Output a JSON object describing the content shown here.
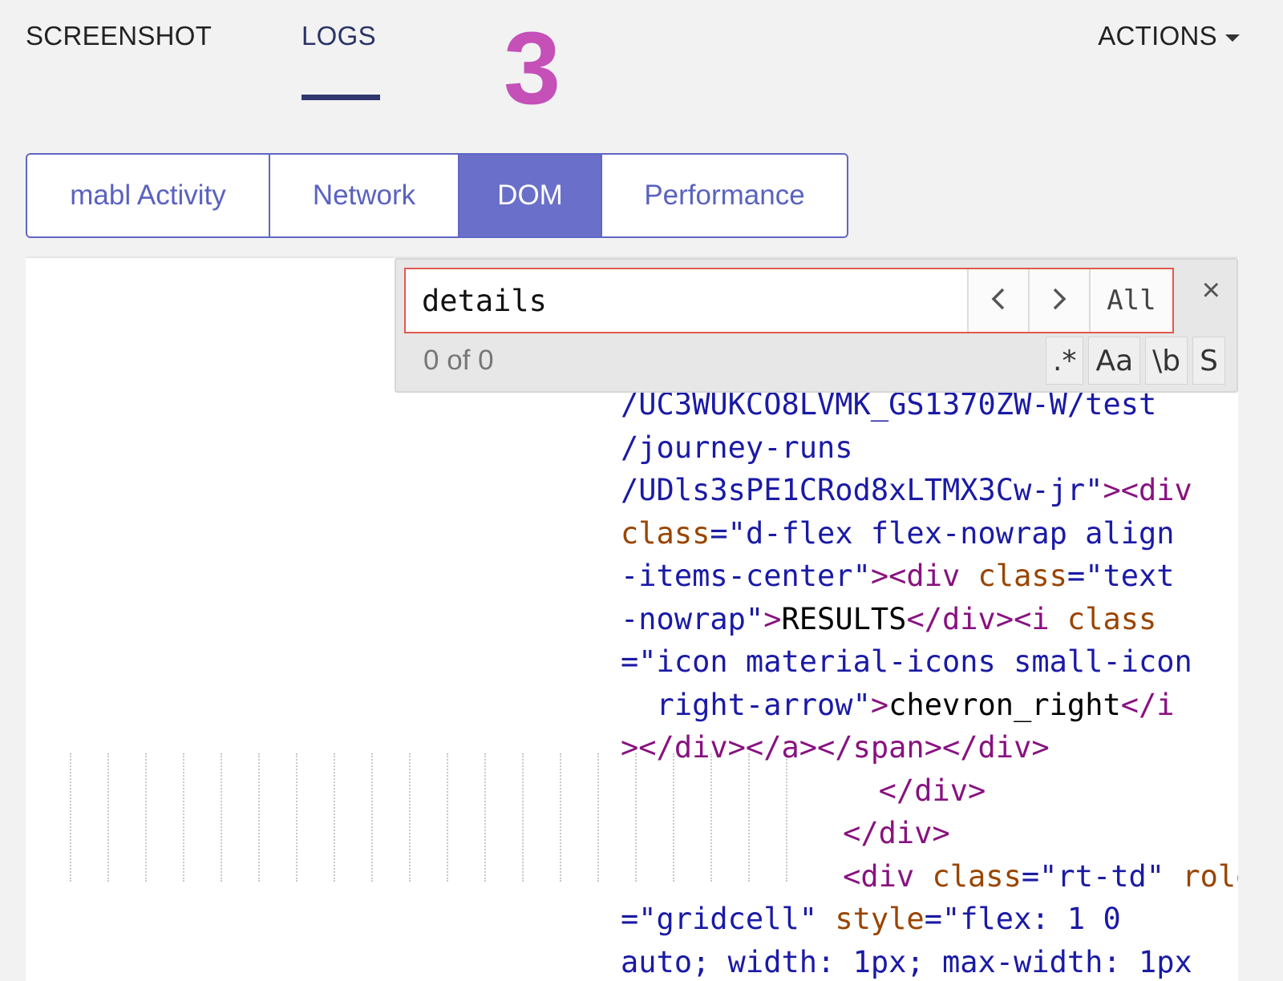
{
  "nav": {
    "screenshot_label": "SCREENSHOT",
    "logs_label": "LOGS",
    "step_number": "3",
    "actions_label": "ACTIONS"
  },
  "subtabs": [
    {
      "label": "mabl Activity",
      "active": false
    },
    {
      "label": "Network",
      "active": false
    },
    {
      "label": "DOM",
      "active": true
    },
    {
      "label": "Performance",
      "active": false
    }
  ],
  "search": {
    "query": "details",
    "prev_glyph": "‹",
    "next_glyph": "›",
    "all_label": "All",
    "close_glyph": "×",
    "match_count": "0 of 0",
    "options": {
      "regex": ".*",
      "match_case": "Aa",
      "whole_word": "\\b",
      "selection": "S"
    }
  },
  "dom": {
    "l0": "/UC3WUKCO8LVMK_GS1370ZW-W/test",
    "l1": "/journey-runs",
    "l2a": "/UDls3sPE1CRod8xLTMX3Cw-jr\"",
    "l2b": "><div",
    "l3a": "class",
    "l3b": "=\"d-flex flex-nowrap align",
    "l4a": "-items-center\"",
    "l4b": "><div ",
    "l4c": "class",
    "l4d": "=\"text",
    "l5a": "-nowrap\"",
    "l5b": ">",
    "l5c": "RESULTS",
    "l5d": "</div><i ",
    "l5e": "class",
    "l6": "=\"icon material-icons small-icon",
    "l7a": "  right-arrow\"",
    "l7b": ">",
    "l7c": "chevron_right",
    "l7d": "</i",
    "l8": "></div></a></span></div>",
    "l9": "      </div>",
    "l10": "    </div>",
    "l11a": "    <div ",
    "l11b": "class",
    "l11c": "=\"rt-td\" ",
    "l11d": "role",
    "l12a": "=\"gridcell\" ",
    "l12b": "style",
    "l12c": "=\"flex: 1 0",
    "l13": "auto; width: 1px; max-width: 1px"
  }
}
